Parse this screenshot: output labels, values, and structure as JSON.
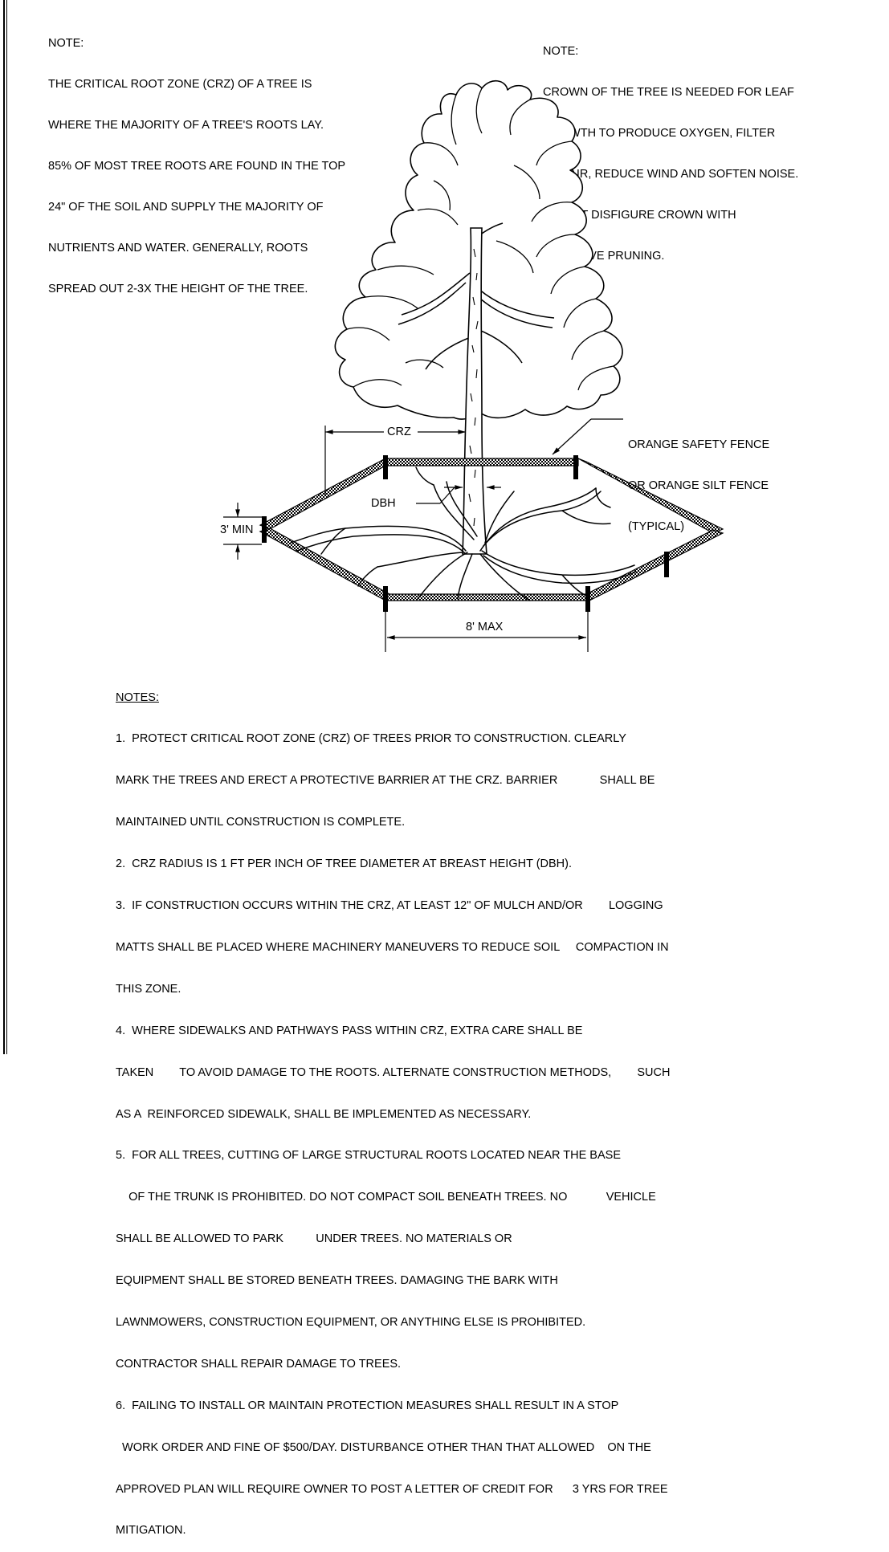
{
  "note_left": {
    "heading": "NOTE:",
    "lines": [
      "THE CRITICAL ROOT ZONE (CRZ) OF A TREE IS",
      "WHERE THE MAJORITY OF A TREE'S ROOTS LAY.",
      "85% OF MOST TREE ROOTS ARE FOUND IN THE TOP",
      "24\" OF THE SOIL AND SUPPLY THE MAJORITY OF",
      "NUTRIENTS AND WATER. GENERALLY, ROOTS",
      "SPREAD OUT 2-3X THE HEIGHT OF THE TREE."
    ]
  },
  "note_right": {
    "heading": "NOTE:",
    "lines": [
      "CROWN OF THE TREE IS NEEDED FOR LEAF",
      "GROWTH TO PRODUCE OXYGEN, FILTER",
      "THE AIR, REDUCE WIND AND SOFTEN NOISE.",
      "DO NOT DISFIGURE CROWN WITH",
      "INTENSIVE PRUNING."
    ]
  },
  "labels": {
    "crz": "CRZ",
    "dbh": "DBH",
    "min_height": "3' MIN",
    "max_spacing": "8' MAX",
    "fence_line1": "ORANGE SAFETY FENCE",
    "fence_line2": "OR ORANGE SILT FENCE",
    "fence_line3": "(TYPICAL)"
  },
  "notes": {
    "title": "NOTES:",
    "lines": [
      "1.  PROTECT CRITICAL ROOT ZONE (CRZ) OF TREES PRIOR TO CONSTRUCTION. CLEARLY",
      "MARK THE TREES AND ERECT A PROTECTIVE BARRIER AT THE CRZ. BARRIER             SHALL BE",
      "MAINTAINED UNTIL CONSTRUCTION IS COMPLETE.",
      "2.  CRZ RADIUS IS 1 FT PER INCH OF TREE DIAMETER AT BREAST HEIGHT (DBH).",
      "3.  IF CONSTRUCTION OCCURS WITHIN THE CRZ, AT LEAST 12\" OF MULCH AND/OR        LOGGING",
      "MATTS SHALL BE PLACED WHERE MACHINERY MANEUVERS TO REDUCE SOIL     COMPACTION IN",
      "THIS ZONE.",
      "4.  WHERE SIDEWALKS AND PATHWAYS PASS WITHIN CRZ, EXTRA CARE SHALL BE",
      "TAKEN        TO AVOID DAMAGE TO THE ROOTS. ALTERNATE CONSTRUCTION METHODS,        SUCH",
      "AS A  REINFORCED SIDEWALK, SHALL BE IMPLEMENTED AS NECESSARY.",
      "5.  FOR ALL TREES, CUTTING OF LARGE STRUCTURAL ROOTS LOCATED NEAR THE BASE",
      "    OF THE TRUNK IS PROHIBITED. DO NOT COMPACT SOIL BENEATH TREES. NO            VEHICLE",
      "SHALL BE ALLOWED TO PARK          UNDER TREES. NO MATERIALS OR",
      "EQUIPMENT SHALL BE STORED BENEATH TREES. DAMAGING THE BARK WITH",
      "LAWNMOWERS, CONSTRUCTION EQUIPMENT, OR ANYTHING ELSE IS PROHIBITED.",
      "CONTRACTOR SHALL REPAIR DAMAGE TO TREES.",
      "6.  FAILING TO INSTALL OR MAINTAIN PROTECTION MEASURES SHALL RESULT IN A STOP",
      "  WORK ORDER AND FINE OF $500/DAY. DISTURBANCE OTHER THAN THAT ALLOWED    ON THE",
      "APPROVED PLAN WILL REQUIRE OWNER TO POST A LETTER OF CREDIT FOR      3 YRS FOR TREE",
      "MITIGATION."
    ]
  },
  "colors": {
    "ink": "#000000",
    "fence_fill": "#222222"
  }
}
